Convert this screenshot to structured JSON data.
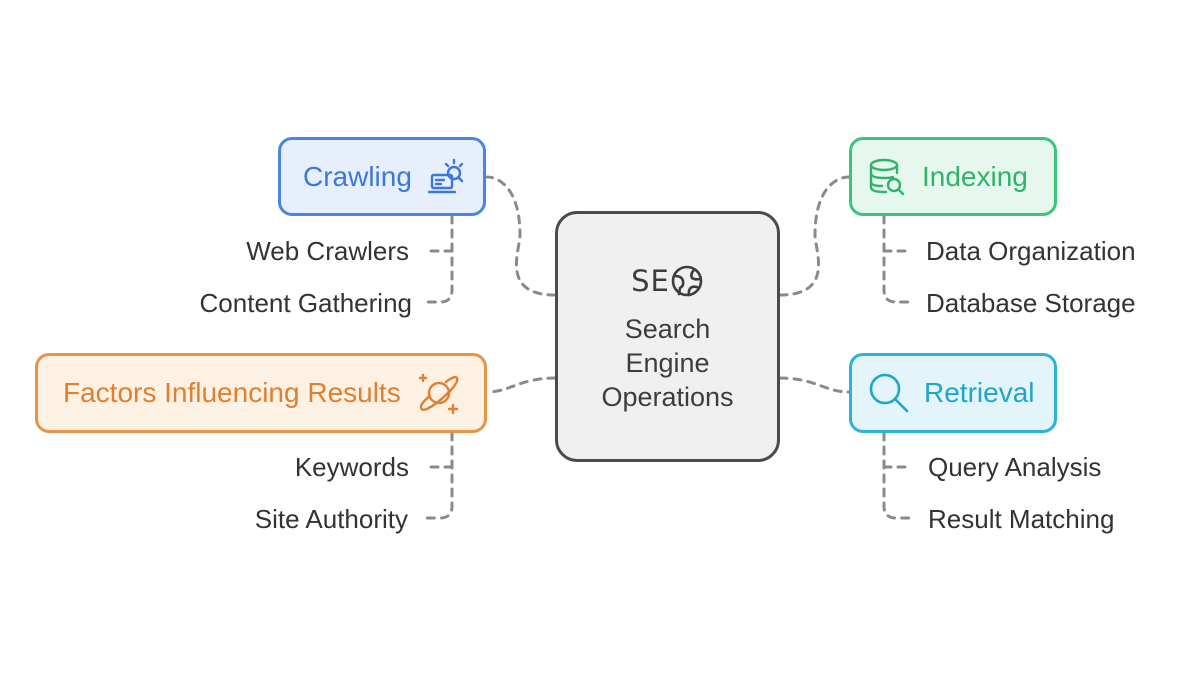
{
  "center": {
    "icon_text": "SE",
    "icon": "seo-globe-icon",
    "title": "Search Engine Operations",
    "border_color": "#4a4a4a"
  },
  "branches": {
    "crawling": {
      "label": "Crawling",
      "icon": "laptop-search-icon",
      "color": "#4a86e0",
      "items": [
        "Web Crawlers",
        "Content Gathering"
      ]
    },
    "indexing": {
      "label": "Indexing",
      "icon": "database-search-icon",
      "color": "#3cc47c",
      "items": [
        "Data Organization",
        "Database Storage"
      ]
    },
    "factors": {
      "label": "Factors Influencing Results",
      "icon": "planet-sparkle-icon",
      "color": "#e8934a",
      "items": [
        "Keywords",
        "Site Authority"
      ]
    },
    "retrieval": {
      "label": "Retrieval",
      "icon": "magnifier-icon",
      "color": "#2cb2d9",
      "items": [
        "Query Analysis",
        "Result Matching"
      ]
    }
  }
}
